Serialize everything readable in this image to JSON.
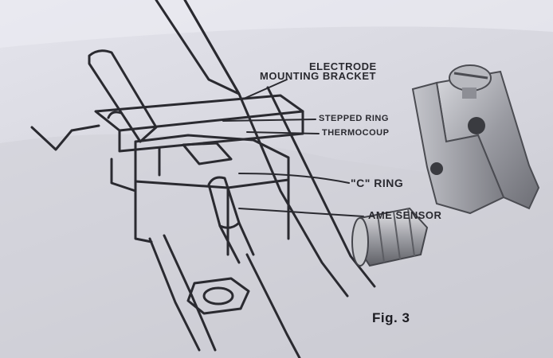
{
  "diagram": {
    "label_electrode_line1": "ELECTRODE",
    "label_electrode_line2": "MOUNTING BRACKET",
    "label_stepped_ring": "STEPPED RING",
    "label_thermocouple": "THERMOCOUP",
    "label_c_ring": "\"C\" RING",
    "label_flame_sensor": "AME SENSOR",
    "figure_caption": "Fig. 3"
  },
  "colors": {
    "paper": "#dcdce4",
    "ink": "#2a2a30",
    "metal": "#a9aab0"
  }
}
